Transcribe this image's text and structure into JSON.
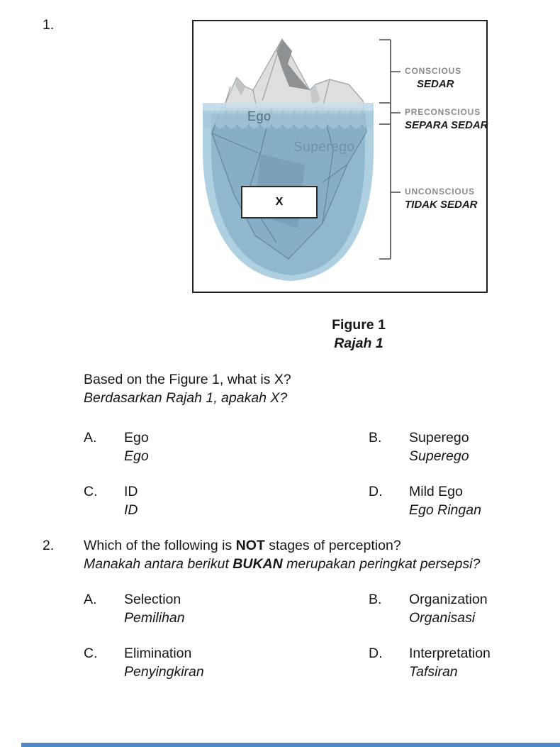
{
  "figure": {
    "caption_en": "Figure 1",
    "caption_my": "Rajah 1",
    "diagram": {
      "ego": "Ego",
      "superego": "Superego",
      "x_label": "X",
      "zones": [
        {
          "en": "CONSCIOUS",
          "my": "SEDAR"
        },
        {
          "en": "PRECONSCIOUS",
          "my": "SEPARA SEDAR"
        },
        {
          "en": "UNCONSCIOUS",
          "my": "TIDAK SEDAR"
        }
      ],
      "colors": {
        "water_outer": "#aed0e1",
        "water_inner": "#8fb8cf",
        "wave_light": "#c9dfeb",
        "wave_mid": "#a6c8da",
        "iceberg_above": "#dcdedf",
        "iceberg_shadow": "#8d9194",
        "iceberg_below": "#7fa6bd",
        "bracket": "#4a4a4a",
        "zone_label_gray": "#8a8a8a",
        "bottom_bar": "#4f86c3"
      }
    }
  },
  "questions": [
    {
      "number": "1.",
      "en_pre": "Based on the Figure 1, what is X?",
      "en_bold": "",
      "en_post": "",
      "my_pre": "Berdasarkan Rajah 1, apakah X?",
      "my_bold": "",
      "my_post": "",
      "options": [
        {
          "letter": "A.",
          "en": "Ego",
          "my": "Ego"
        },
        {
          "letter": "B.",
          "en": "Superego",
          "my": "Superego"
        },
        {
          "letter": "C.",
          "en": "ID",
          "my": "ID"
        },
        {
          "letter": "D.",
          "en": "Mild Ego",
          "my": "Ego Ringan"
        }
      ]
    },
    {
      "number": "2.",
      "en_pre": "Which of the following is ",
      "en_bold": "NOT",
      "en_post": " stages of perception?",
      "my_pre": "Manakah antara berikut ",
      "my_bold": "BUKAN",
      "my_post": " merupakan peringkat persepsi?",
      "options": [
        {
          "letter": "A.",
          "en": "Selection",
          "my": "Pemilihan"
        },
        {
          "letter": "B.",
          "en": "Organization",
          "my": "Organisasi"
        },
        {
          "letter": "C.",
          "en": "Elimination",
          "my": "Penyingkiran"
        },
        {
          "letter": "D.",
          "en": "Interpretation",
          "my": "Tafsiran"
        }
      ]
    }
  ]
}
